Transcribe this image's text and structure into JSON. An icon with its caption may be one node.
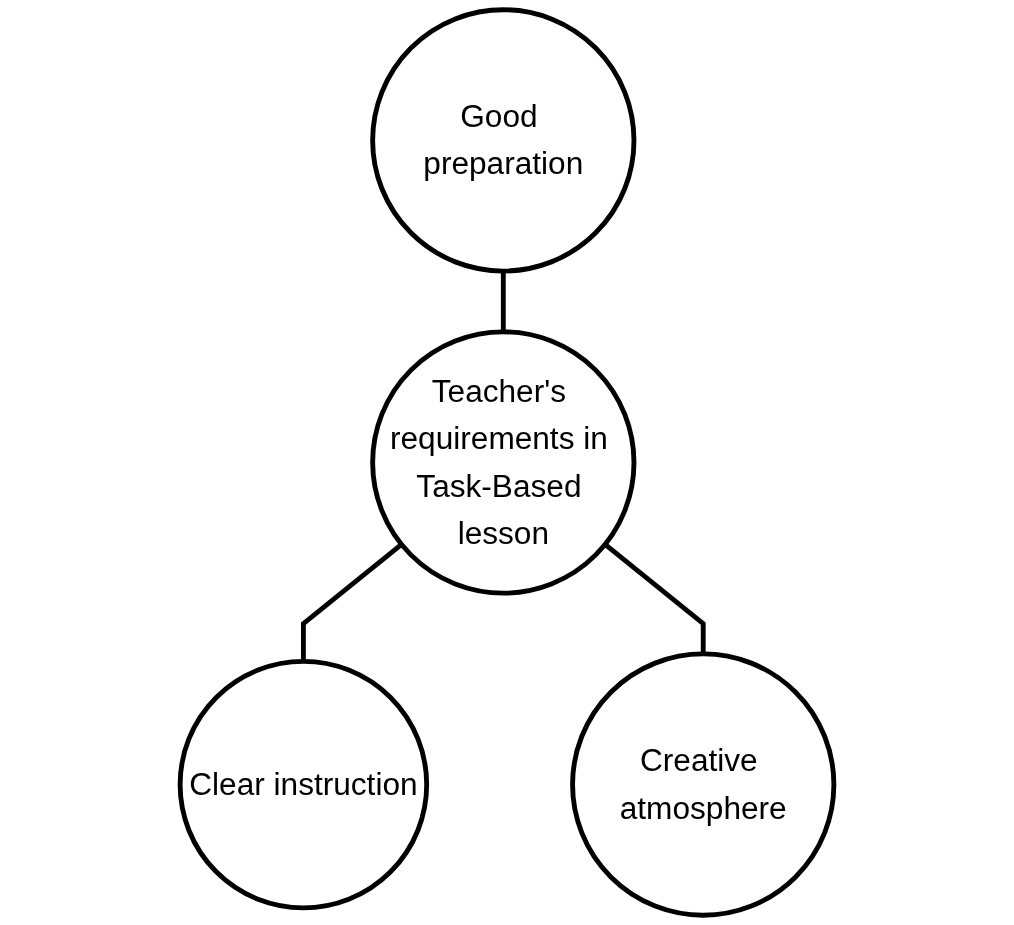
{
  "diagram": {
    "nodes": [
      {
        "text": [
          "Good preparation"
        ]
      },
      {
        "text": [
          "Teacher's requirements in Task-Based lesson"
        ]
      },
      {
        "text": [
          "Clear instruction"
        ]
      },
      {
        "text": [
          "Creative atmosphere"
        ]
      }
    ],
    "edges": [
      {
        "from": 0,
        "to": 1,
        "arrow": "none"
      },
      {
        "from": 1,
        "to": 2,
        "arrow": "none"
      },
      {
        "from": 1,
        "to": 3,
        "arrow": "none"
      }
    ]
  }
}
